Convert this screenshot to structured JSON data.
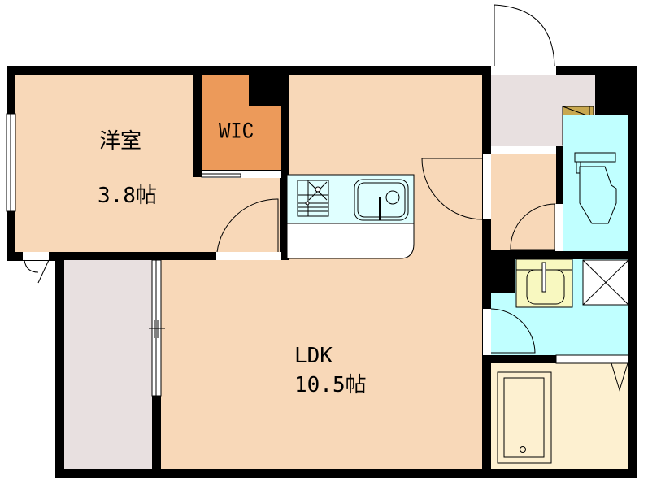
{
  "plan": {
    "type": "floor-plan",
    "colors": {
      "wall": "#000000",
      "living_floor": "#f8d8b8",
      "wic_floor": "#ec9a5a",
      "entrance_floor": "#e8e0e0",
      "balcony_floor": "#e8e0e0",
      "wet_area_floor": "#c0ffff",
      "bath_floor": "#fdf0d0",
      "kitchen_counter": "#e0ffff",
      "washbasin": "#f8f8c0",
      "shoe_box": "#c8a850",
      "opening": "#ffffff"
    },
    "rooms": [
      {
        "id": "western-room",
        "name": "洋室",
        "area": "3.8帖"
      },
      {
        "id": "wic",
        "name": "WIC"
      },
      {
        "id": "ldk",
        "name": "LDK",
        "area": "10.5帖"
      },
      {
        "id": "entrance",
        "name": ""
      },
      {
        "id": "toilet",
        "name": ""
      },
      {
        "id": "washroom",
        "name": ""
      },
      {
        "id": "bathroom",
        "name": ""
      },
      {
        "id": "balcony",
        "name": ""
      }
    ],
    "fixtures": [
      "stove-icon",
      "kitchen-sink-icon",
      "toilet-icon",
      "washbasin-icon",
      "washing-machine-pan-icon",
      "bathtub-icon",
      "shoe-box-icon"
    ]
  }
}
